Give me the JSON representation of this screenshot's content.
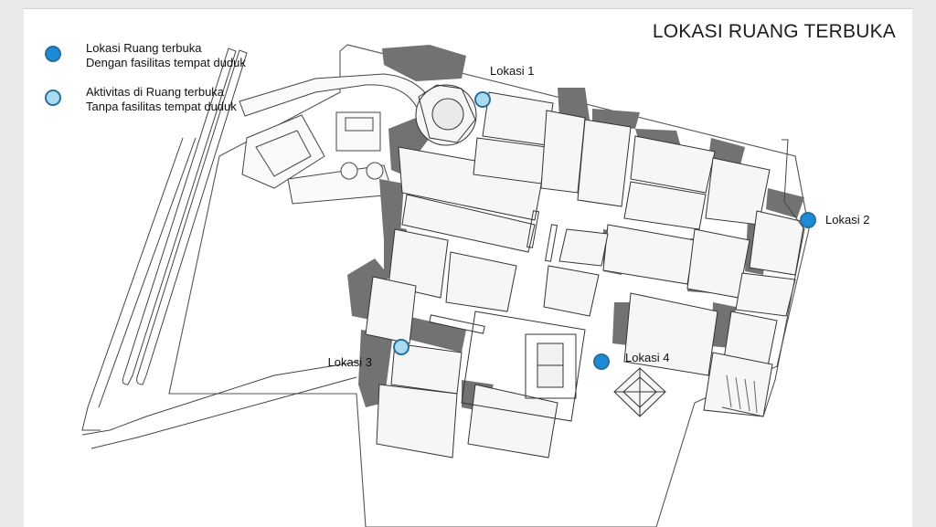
{
  "title": "LOKASI RUANG TERBUKA",
  "legend": [
    {
      "line1": "Lokasi Ruang terbuka",
      "line2": "Dengan fasilitas tempat duduk",
      "color": "#1e8ad6"
    },
    {
      "line1": "Aktivitas di Ruang terbuka",
      "line2": "Tanpa fasilitas tempat duduk",
      "color": "#a9dcf3"
    }
  ],
  "locations": [
    {
      "label": "Lokasi 1",
      "type": "light"
    },
    {
      "label": "Lokasi 2",
      "type": "dark"
    },
    {
      "label": "Lokasi 3",
      "type": "light"
    },
    {
      "label": "Lokasi 4",
      "type": "dark"
    }
  ],
  "colors": {
    "marker_dark": "#1e8ad6",
    "marker_light": "#a9dcf3",
    "marker_stroke": "#2a6e9a",
    "shadow": "#6f6f6f",
    "roof": "#f6f6f6"
  }
}
